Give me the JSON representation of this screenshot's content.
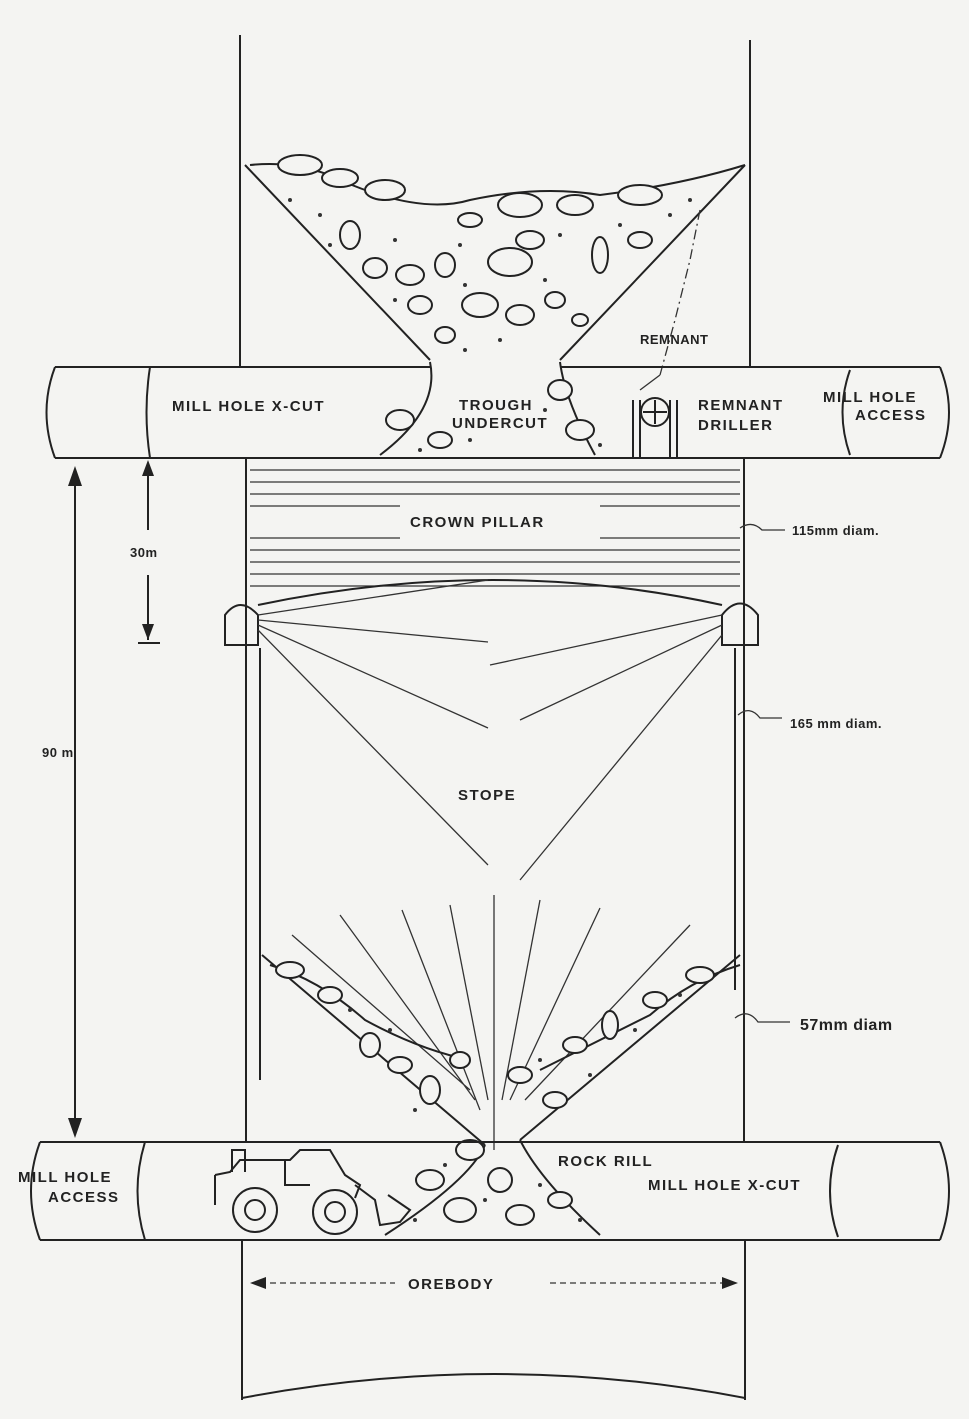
{
  "labels": {
    "mill_hole_xcut_top": "MILL HOLE X-CUT",
    "trough_undercut_l1": "TROUGH",
    "trough_undercut_l2": "UNDERCUT",
    "remnant": "REMNANT",
    "remnant_driller_l1": "REMNANT",
    "remnant_driller_l2": "DRILLER",
    "mill_hole_access_top_l1": "MILL HOLE",
    "mill_hole_access_top_l2": "ACCESS",
    "crown_pillar": "CROWN PILLAR",
    "diam_115": "115mm diam.",
    "dim_30m": "30m",
    "dim_90m": "90 m",
    "diam_165": "165 mm diam.",
    "stope": "STOPE",
    "diam_57": "57mm diam",
    "mill_hole_access_bottom_l1": "MILL HOLE",
    "mill_hole_access_bottom_l2": "ACCESS",
    "rock_rill": "ROCK RILL",
    "mill_hole_xcut_bottom": "MILL HOLE X-CUT",
    "orebody": "OREBODY"
  },
  "colors": {
    "ink": "#222222",
    "paper": "#f4f4f2"
  }
}
